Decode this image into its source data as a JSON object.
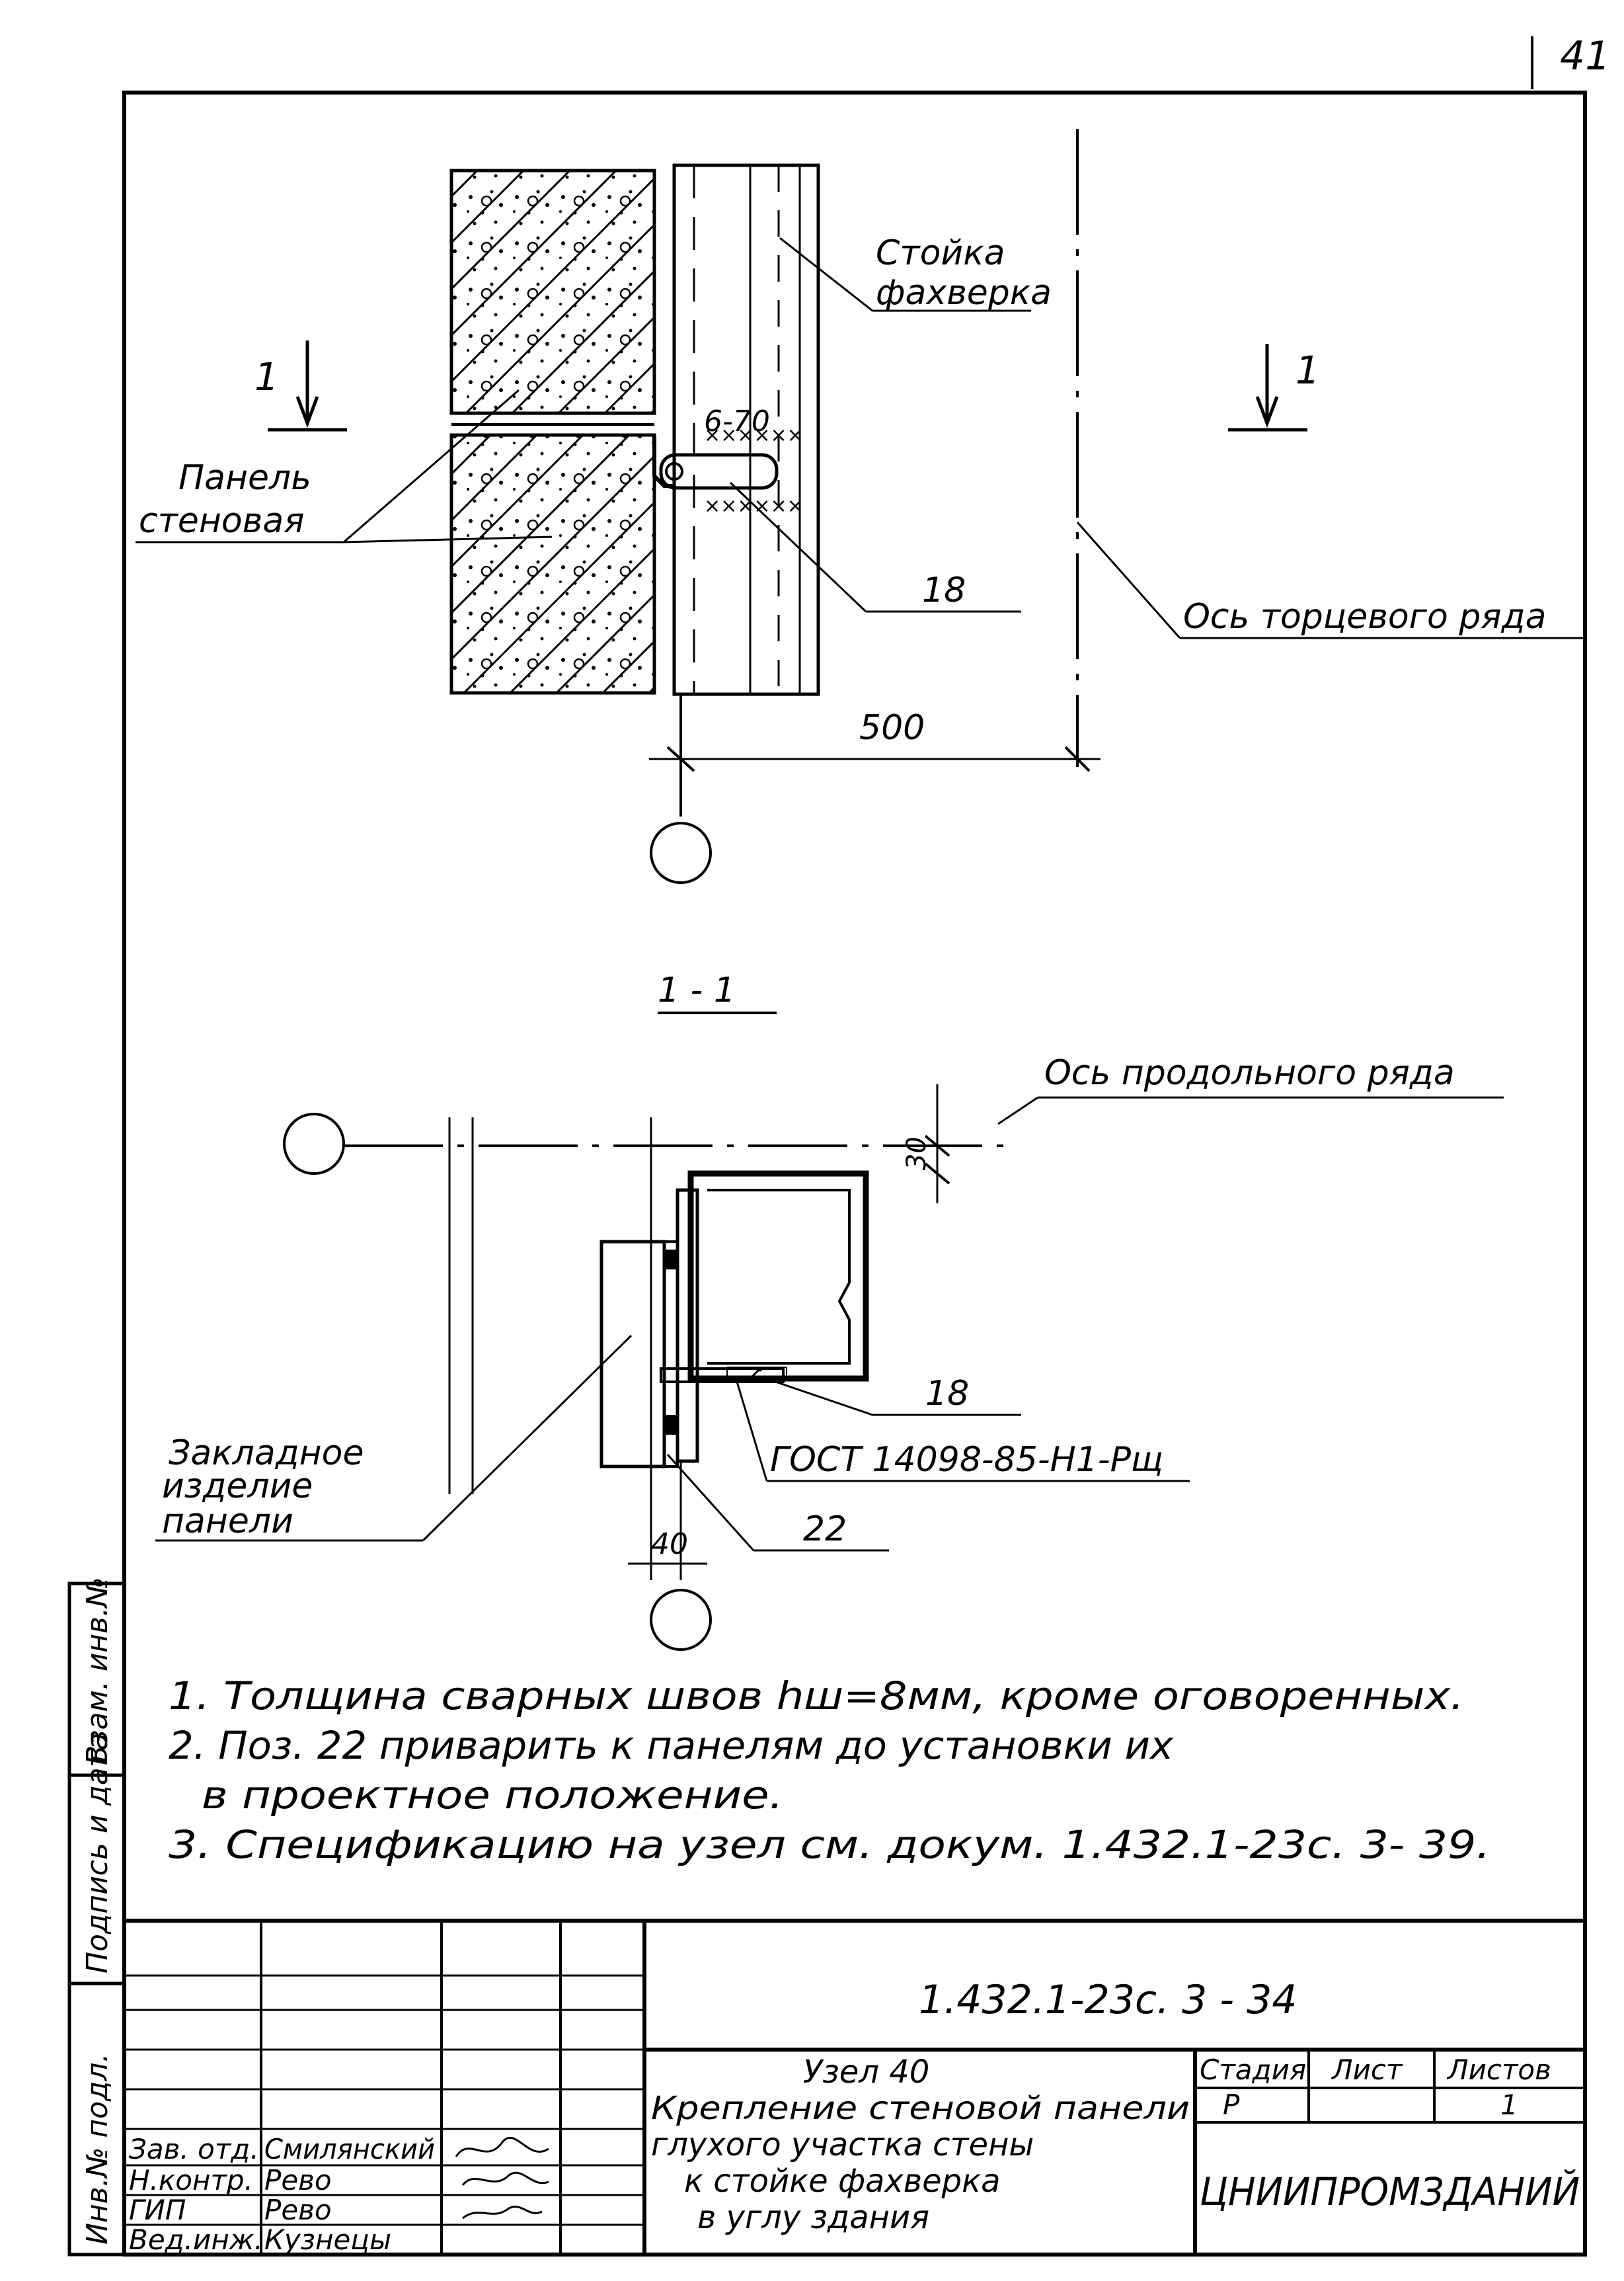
{
  "sheet_number": "41",
  "plan_view": {
    "section_mark": "1",
    "labels": {
      "post": [
        "Стойка",
        "фахверка"
      ],
      "panel": [
        "Панель",
        "стеновая"
      ],
      "weld": "6-70",
      "position": "18",
      "end_axis": "Ось торцевого ряда",
      "dimension": "500"
    }
  },
  "section_view": {
    "title": "1 - 1",
    "labels": {
      "long_axis": "Ось продольного ряда",
      "dim_30": "30",
      "position_18": "18",
      "gost": "ГОСТ 14098-85-Н1-Рщ",
      "embedded": [
        "Закладное",
        "изделие",
        "панели"
      ],
      "position_22": "22",
      "dim_40": "40"
    }
  },
  "notes": [
    "1. Толщина   сварных   швов hш=8мм, кроме   оговоренных.",
    "2. Поз. 22 приварить  к панелям   до установки  их",
    "в проектное   положение.",
    "3. Спецификацию    на  узел   см.  докум.  1.432.1-23с. 3- 39."
  ],
  "side_stamp": [
    "Инв.№ подл.",
    "Подпись и дата",
    "Взам. инв.№"
  ],
  "title_block": {
    "document_code": "1.432.1-23с. 3 - 34",
    "title_lines": [
      "Узел 40",
      "Крепление стеновой панели",
      "глухого участка стены",
      "к стойке фахверка",
      "в углу здания"
    ],
    "signers": [
      {
        "role": "Зав. отд.",
        "name": "Смилянский"
      },
      {
        "role": "Н.контр.",
        "name": "Рево"
      },
      {
        "role": "ГИП",
        "name": "Рево"
      },
      {
        "role": "Вед.инж.",
        "name": "Кузнецы"
      }
    ],
    "stage_header": "Стадия",
    "sheet_header": "Лист",
    "sheets_header": "Листов",
    "stage": "Р",
    "sheets": "1",
    "organization": "ЦНИИПРОМЗДАНИЙ"
  }
}
